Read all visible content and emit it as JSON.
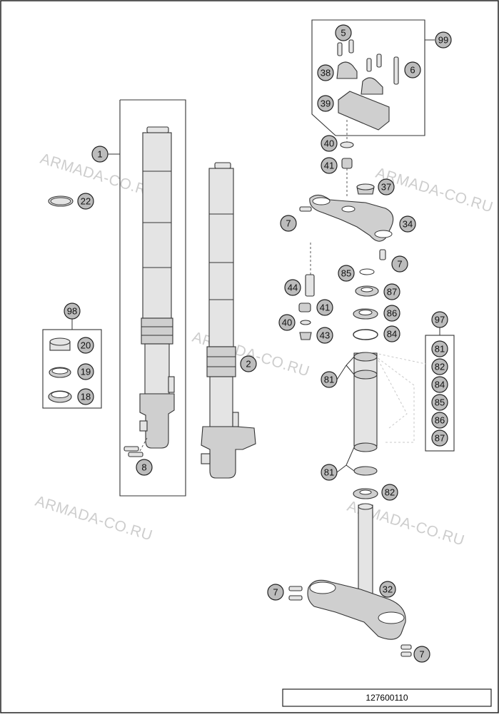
{
  "watermark": "ARMADA-CO.RU",
  "footer_code": "127600110",
  "callouts": [
    {
      "id": "c1",
      "label": "1"
    },
    {
      "id": "c2",
      "label": "2"
    },
    {
      "id": "c5",
      "label": "5"
    },
    {
      "id": "c6",
      "label": "6"
    },
    {
      "id": "c7a",
      "label": "7"
    },
    {
      "id": "c7b",
      "label": "7"
    },
    {
      "id": "c7c",
      "label": "7"
    },
    {
      "id": "c7d",
      "label": "7"
    },
    {
      "id": "c8",
      "label": "8"
    },
    {
      "id": "c18",
      "label": "18"
    },
    {
      "id": "c19",
      "label": "19"
    },
    {
      "id": "c20",
      "label": "20"
    },
    {
      "id": "c22",
      "label": "22"
    },
    {
      "id": "c32",
      "label": "32"
    },
    {
      "id": "c34",
      "label": "34"
    },
    {
      "id": "c37",
      "label": "37"
    },
    {
      "id": "c38",
      "label": "38"
    },
    {
      "id": "c39",
      "label": "39"
    },
    {
      "id": "c40a",
      "label": "40"
    },
    {
      "id": "c40b",
      "label": "40"
    },
    {
      "id": "c41a",
      "label": "41"
    },
    {
      "id": "c41b",
      "label": "41"
    },
    {
      "id": "c43",
      "label": "43"
    },
    {
      "id": "c44",
      "label": "44"
    },
    {
      "id": "c81a",
      "label": "81"
    },
    {
      "id": "c81b",
      "label": "81"
    },
    {
      "id": "c82",
      "label": "82"
    },
    {
      "id": "c84",
      "label": "84"
    },
    {
      "id": "c85",
      "label": "85"
    },
    {
      "id": "c86",
      "label": "86"
    },
    {
      "id": "c87",
      "label": "87"
    },
    {
      "id": "c97",
      "label": "97"
    },
    {
      "id": "c98",
      "label": "98"
    },
    {
      "id": "c99",
      "label": "99"
    },
    {
      "id": "k81",
      "label": "81"
    },
    {
      "id": "k82",
      "label": "82"
    },
    {
      "id": "k84",
      "label": "84"
    },
    {
      "id": "k85",
      "label": "85"
    },
    {
      "id": "k86",
      "label": "86"
    },
    {
      "id": "k87",
      "label": "87"
    }
  ]
}
